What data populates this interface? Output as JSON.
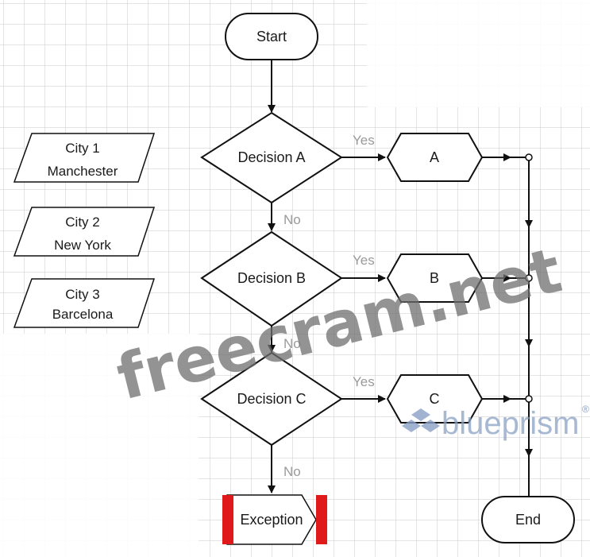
{
  "diagram": {
    "start_label": "Start",
    "end_label": "End",
    "exception_label": "Exception",
    "decisions": [
      {
        "label": "Decision A",
        "yes_label": "Yes",
        "no_label": "No"
      },
      {
        "label": "Decision B",
        "yes_label": "Yes",
        "no_label": "No"
      },
      {
        "label": "Decision C",
        "yes_label": "Yes",
        "no_label": "No"
      }
    ],
    "stages": [
      "A",
      "B",
      "C"
    ],
    "data_items": [
      {
        "name": "City 1",
        "value": "Manchester"
      },
      {
        "name": "City 2",
        "value": "New York"
      },
      {
        "name": "City 3",
        "value": "Barcelona"
      }
    ]
  },
  "watermark": {
    "text": "freecram.net",
    "brand_text": "blueprism",
    "brand_mark": "®"
  },
  "colors": {
    "line": "#111111",
    "grid": "#c9c9c9",
    "exception_bar": "#e01a1a",
    "yes_no_text": "#9a9a9a",
    "blueprism": "#8aa0c4"
  }
}
